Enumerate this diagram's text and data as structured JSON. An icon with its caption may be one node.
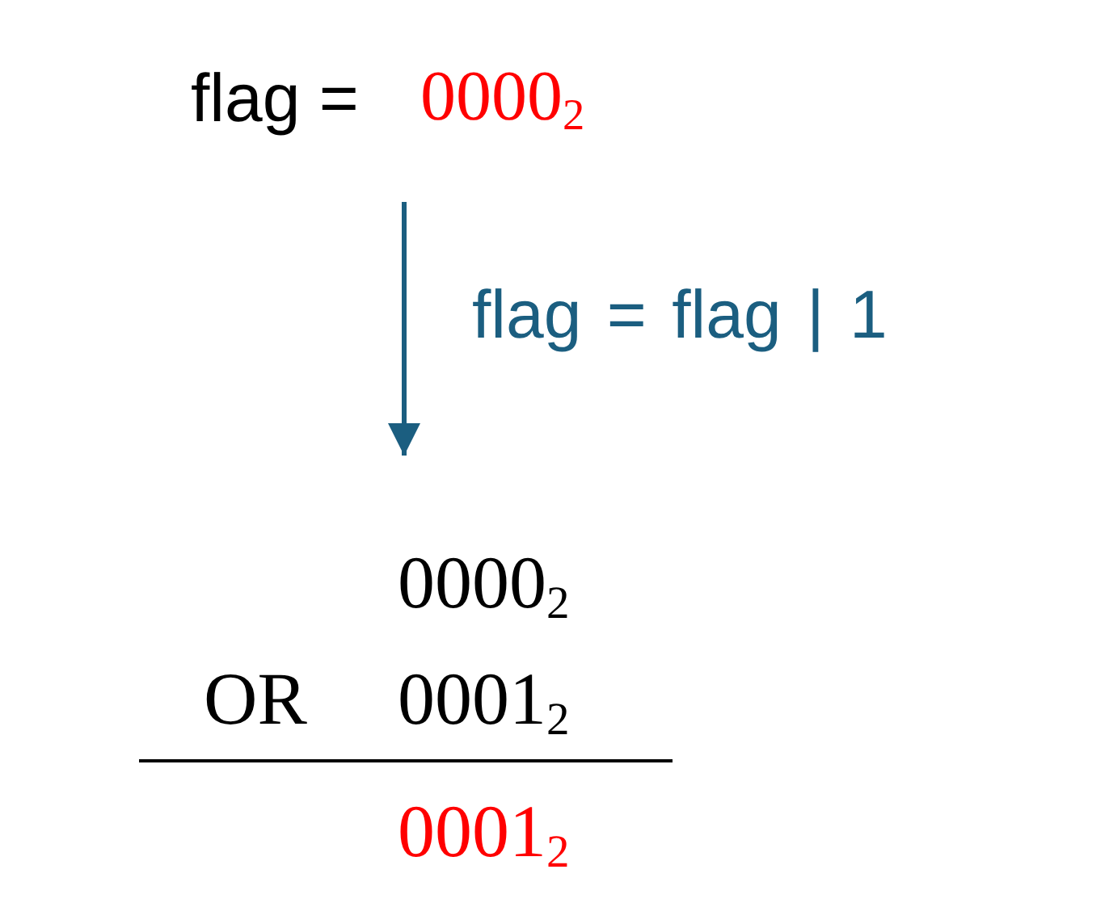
{
  "diagram": {
    "nodes": [
      {
        "text": [
          "flag =",
          "0000$_{2}$"
        ]
      },
      {
        "text": [
          "0000$_{2}$",
          "OR",
          "0001$_{2}$",
          "0001$_{2}$"
        ]
      }
    ],
    "edges": [
      {
        "from": 0,
        "to": 1,
        "arrow": "to",
        "label": "flag = flag | 1",
        "color": "#1b5e80"
      }
    ]
  }
}
